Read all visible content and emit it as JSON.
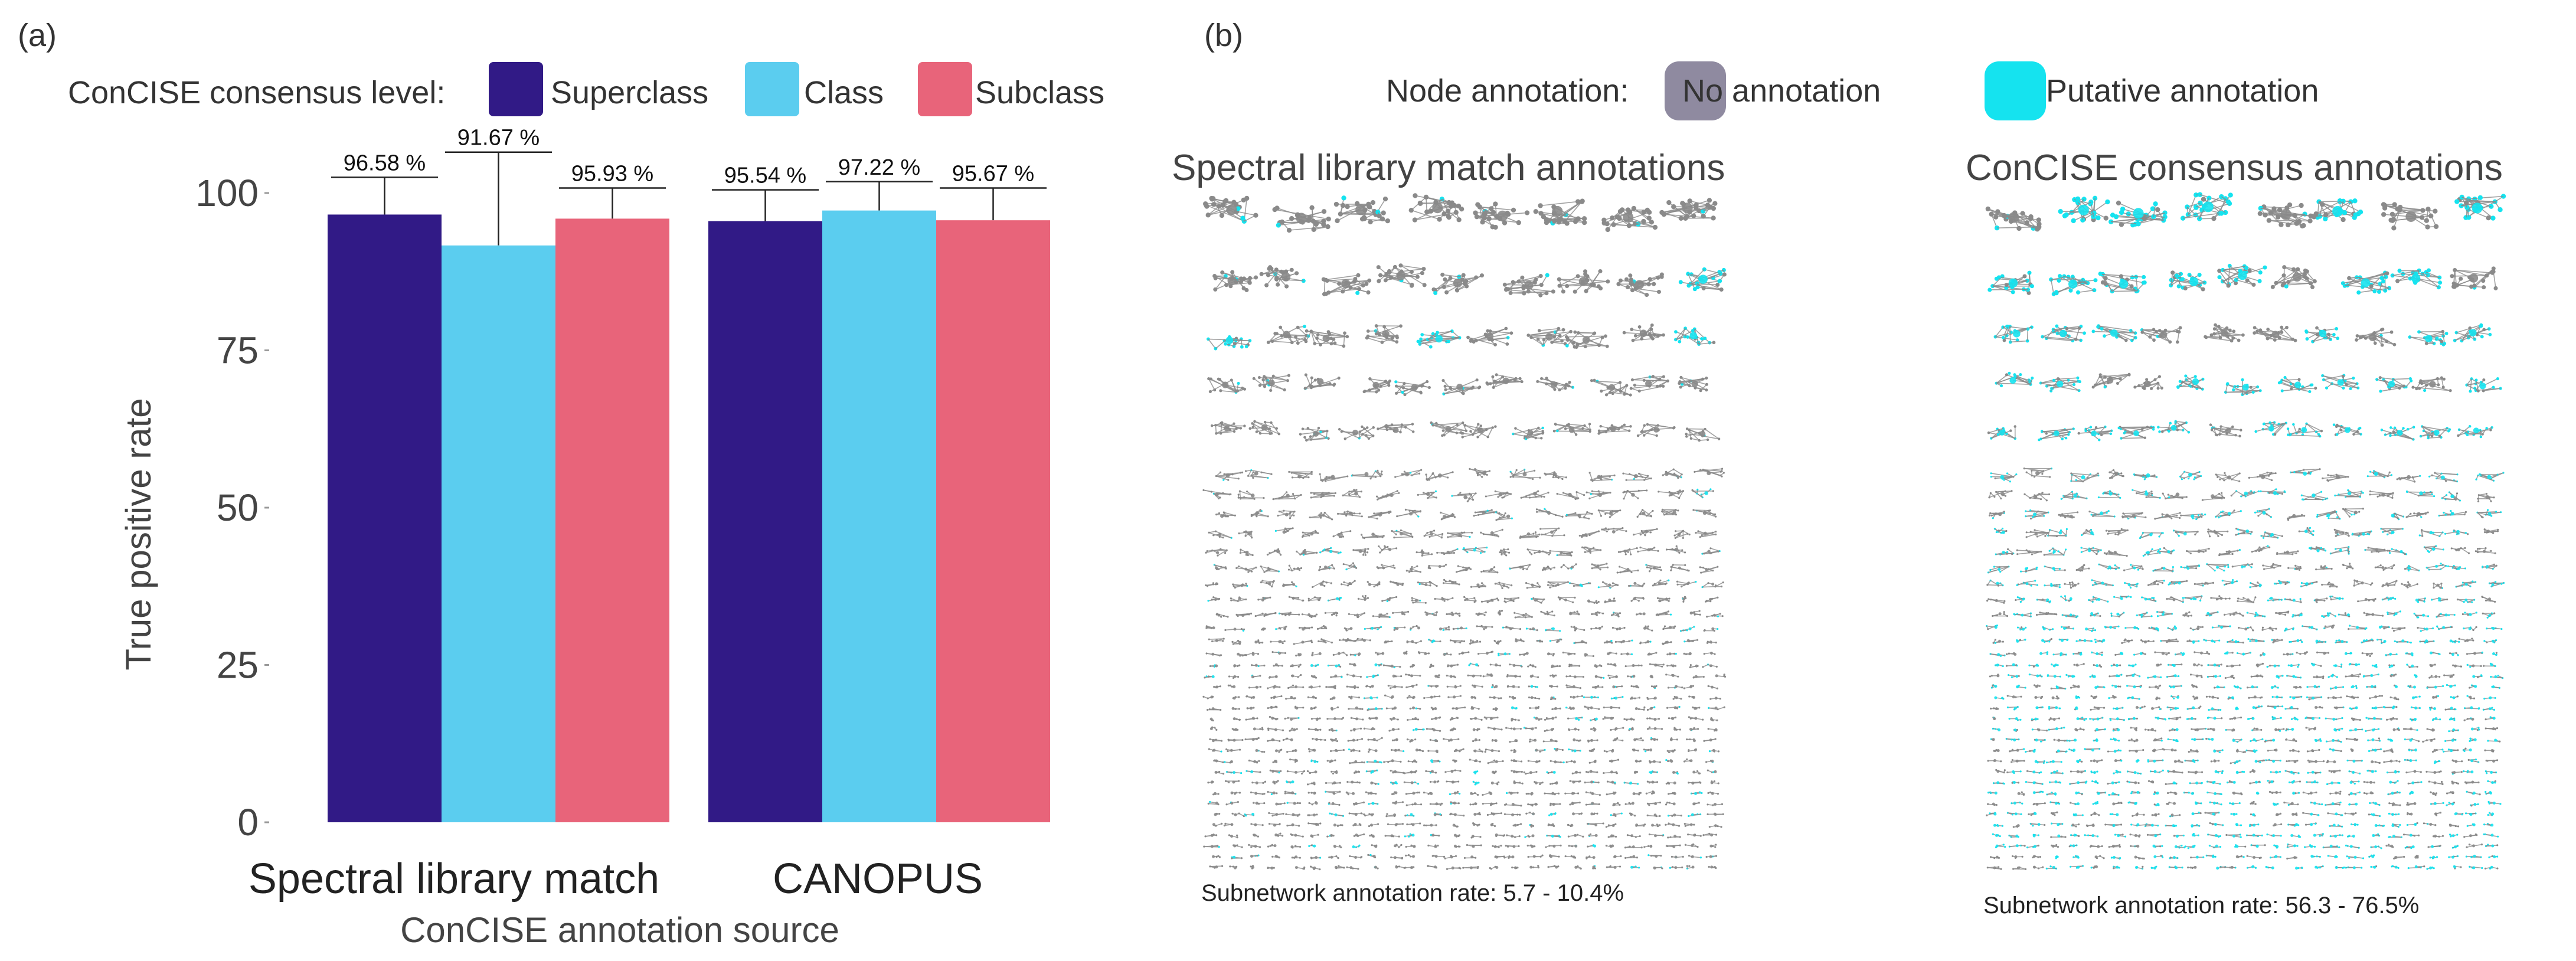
{
  "panel_a_letter": "(a)",
  "panel_b_letter": "(b)",
  "chart_data": [
    {
      "type": "bar",
      "legend_title": "ConCISE consensus level:",
      "legend_position": "top",
      "categories": [
        "Spectral library match",
        "CANOPUS"
      ],
      "series": [
        {
          "name": "Superclass",
          "color": "#311a86",
          "values": [
            96.58,
            95.54
          ],
          "labels": [
            "96.58 %",
            "95.54 %"
          ],
          "error_upper": [
            102.5,
            100.5
          ]
        },
        {
          "name": "Class",
          "color": "#5bcdef",
          "values": [
            91.67,
            97.22
          ],
          "labels": [
            "91.67 %",
            "97.22 %"
          ],
          "error_upper": [
            106.5,
            101.8
          ]
        },
        {
          "name": "Subclass",
          "color": "#e8647a",
          "values": [
            95.93,
            95.67
          ],
          "labels": [
            "95.93 %",
            "95.67 %"
          ],
          "error_upper": [
            100.8,
            100.8
          ]
        }
      ],
      "ylim": [
        0,
        100
      ],
      "yticks": [
        0,
        25,
        50,
        75,
        100
      ],
      "ytick_labels": [
        "0",
        "25",
        "50",
        "75",
        "100"
      ],
      "ylabel": "True positive rate",
      "xlabel": "ConCISE annotation source",
      "grid": false
    }
  ],
  "network": {
    "legend_title": "Node annotation:",
    "legend_items": [
      {
        "label": "No annotation",
        "color": "#8f8aa0"
      },
      {
        "label": "Putative annotation",
        "color": "#15e3ef"
      }
    ],
    "panels": [
      {
        "title": "Spectral library match annotations",
        "rate": "Subnetwork annotation rate: 5.7 - 10.4%",
        "annotated_fraction": 0.08
      },
      {
        "title": "ConCISE consensus annotations",
        "rate": "Subnetwork annotation rate: 56.3 - 76.5%",
        "annotated_fraction": 0.66
      }
    ]
  }
}
